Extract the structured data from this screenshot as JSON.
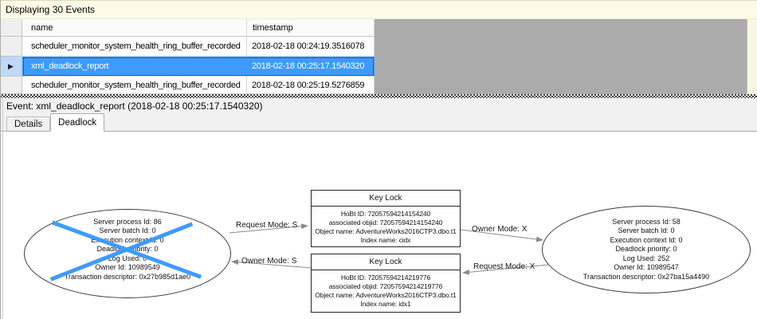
{
  "events_bar": {
    "text": "Displaying 30 Events"
  },
  "grid": {
    "columns": [
      "name",
      "timestamp"
    ],
    "rows": [
      {
        "name": "scheduler_monitor_system_health_ring_buffer_recorded",
        "timestamp": "2018-02-18 00:24:19.3516078"
      },
      {
        "name": "xml_deadlock_report",
        "timestamp": "2018-02-18 00:25:17.1540320"
      },
      {
        "name": "scheduler_monitor_system_health_ring_buffer_recorded",
        "timestamp": "2018-02-18 00:25:19.5276859"
      }
    ],
    "selected_row_index": 1,
    "row_indicator_icon": "▶"
  },
  "event_bar": {
    "text": "Event: xml_deadlock_report (2018-02-18 00:25:17.1540320)"
  },
  "tabs": [
    "Details",
    "Deadlock"
  ],
  "active_tab": "Deadlock",
  "graph": {
    "process_victim": {
      "lines": [
        "Server process Id: 86",
        "Server batch Id: 0",
        "Execution context Id: 0",
        "Deadlock priority: 0",
        "Log Used: 0",
        "Owner Id: 10989549",
        "Transaction descriptor: 0x27b985d1ae0"
      ]
    },
    "process_right": {
      "lines": [
        "Server process Id: 58",
        "Server batch Id: 0",
        "Execution context Id: 0",
        "Deadlock priority: 0",
        "Log Used: 252",
        "Owner Id: 10989547",
        "Transaction descriptor: 0x27ba15a4490"
      ]
    },
    "lock_top": {
      "title": "Key Lock",
      "lines": [
        "HoBt ID: 72057594214154240",
        "associated objid: 72057594214154240",
        "Object name: AdventureWorks2016CTP3.dbo.t1",
        "Index name: cidx"
      ]
    },
    "lock_bottom": {
      "title": "Key Lock",
      "lines": [
        "HoBt ID: 72057594214219776",
        "associated objid: 72057594214219776",
        "Object name: AdventureWorks2016CTP3.dbo.t1",
        "Index name: idx1"
      ]
    },
    "edges": [
      "Request Mode: S",
      "Owner Mode: S",
      "Owner Mode: X",
      "Request Mode: X"
    ]
  },
  "colors": {
    "selection_blue": "#3D9BFD",
    "victim_cross_blue": "#3E9BFD",
    "grid_empty_gray": "#ABABAB",
    "info_bar_yellow": "#FBFBE6"
  }
}
